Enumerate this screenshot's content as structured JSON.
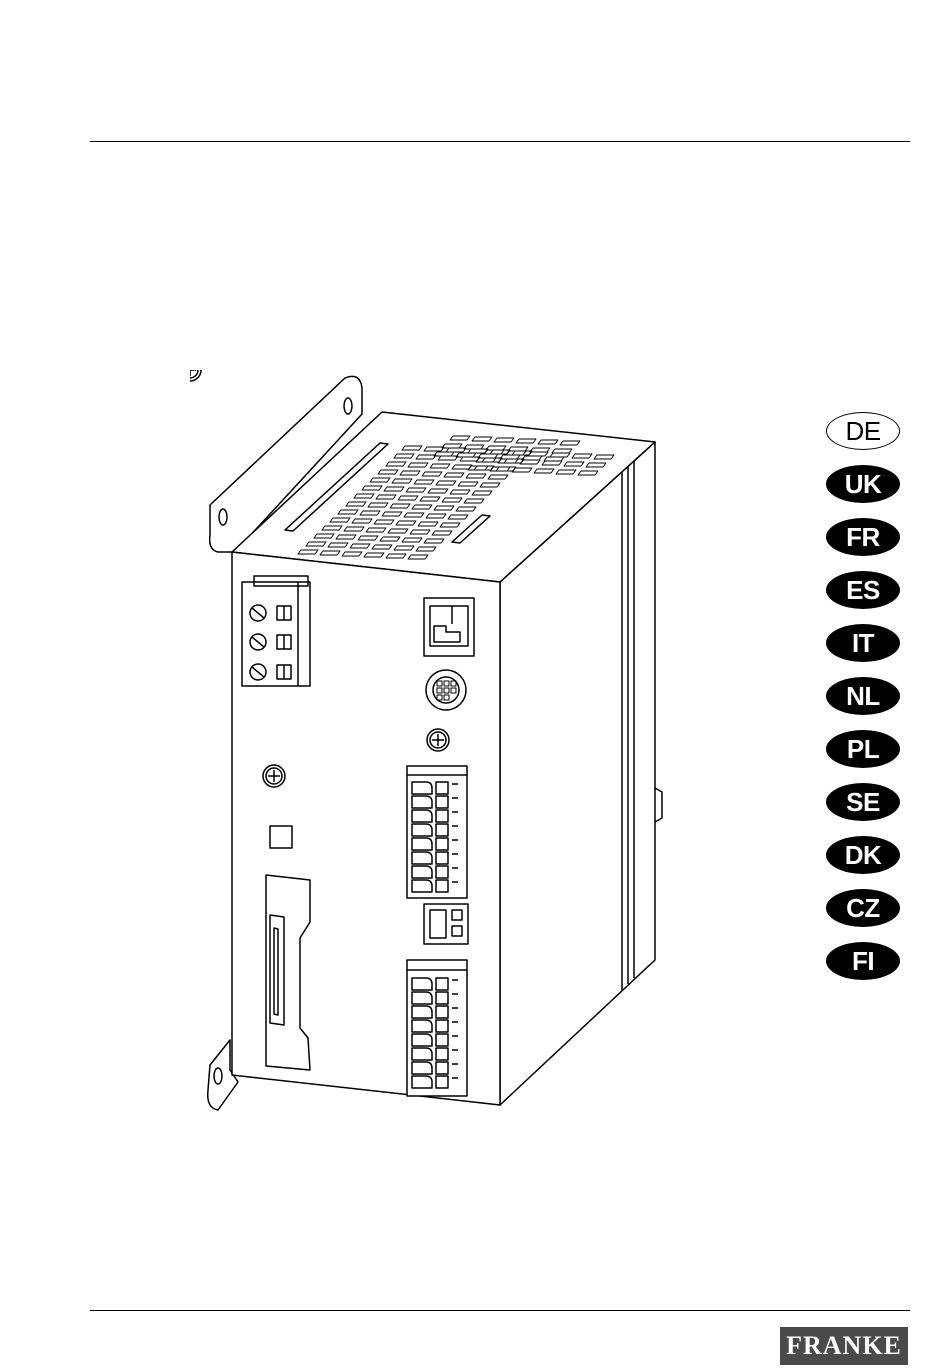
{
  "languages": [
    {
      "code": "DE",
      "selected": true
    },
    {
      "code": "UK"
    },
    {
      "code": "FR"
    },
    {
      "code": "ES"
    },
    {
      "code": "IT"
    },
    {
      "code": "NL"
    },
    {
      "code": "PL"
    },
    {
      "code": "SE"
    },
    {
      "code": "DK"
    },
    {
      "code": "CZ"
    },
    {
      "code": "FI"
    }
  ],
  "brand": {
    "logo_text": "FRANKE"
  }
}
